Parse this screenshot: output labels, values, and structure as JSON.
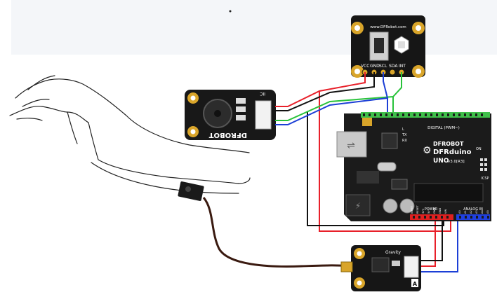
{
  "oled_module": {
    "brand": "www.DFRobot.com",
    "pins": [
      "VCC",
      "GND",
      "SCL",
      "SDA",
      "INT"
    ]
  },
  "buzzer_module": {
    "brand": "DFROBOT",
    "model": "IIC"
  },
  "arduino": {
    "brand": "DFROBOT",
    "name": "DFRduino",
    "model": "UNO",
    "version": "v3.0[R3]",
    "digital_label": "DIGITAL (PWM~)",
    "analog_label": "ANALOG IN",
    "power_label": "POWER",
    "icsp_label": "ICSP",
    "on_label": "ON",
    "l_label": "L",
    "tx_label": "TX",
    "rx_label": "RX",
    "power_pins": [
      "IOREF",
      "RESET",
      "3V3",
      "5V",
      "GND",
      "GND",
      "VIN"
    ],
    "analog_pins": [
      "A0",
      "A1",
      "A2",
      "A3",
      "A4",
      "A5"
    ]
  },
  "sensor_module": {
    "brand": "Gravity",
    "mark": "A"
  },
  "colors": {
    "red": "#e8202a",
    "black": "#111111",
    "green": "#28c23a",
    "blue": "#1c3fd6",
    "board": "#1b1b1b",
    "header_green": "#3fbf4a",
    "header_red": "#e02020",
    "header_blue": "#2040e0",
    "gold": "#d9a52a",
    "cable": "#3a1a10"
  }
}
